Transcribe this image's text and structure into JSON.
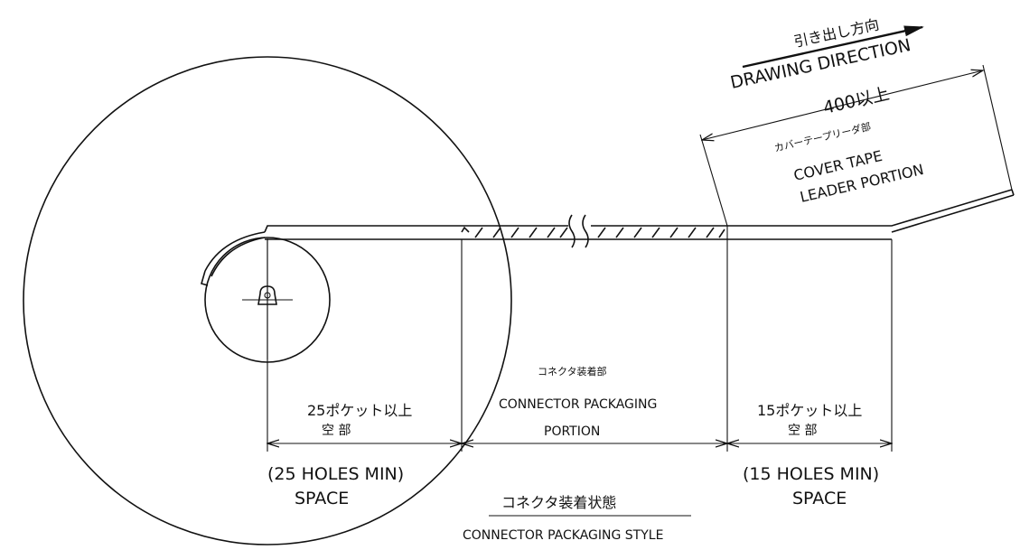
{
  "drawing_direction": {
    "jp": "引き出し方向",
    "en": "DRAWING DIRECTION"
  },
  "leader": {
    "length": "400以上",
    "jp": "カバーテープリーダ部",
    "en_line1": "COVER TAPE",
    "en_line2": "LEADER PORTION"
  },
  "connector_section": {
    "jp": "コネクタ装着部",
    "en_line1": "CONNECTOR PACKAGING",
    "en_line2": "PORTION"
  },
  "left_space": {
    "jp_line1": "25ポケット以上",
    "jp_line2": "空 部",
    "en_line1": "(25 HOLES MIN)",
    "en_line2": "SPACE"
  },
  "right_space": {
    "jp_line1": "15ポケット以上",
    "jp_line2": "空 部",
    "en_line1": "(15 HOLES MIN)",
    "en_line2": "SPACE"
  },
  "caption": {
    "jp": "コネクタ装着状態",
    "en": "CONNECTOR PACKAGING STYLE"
  }
}
